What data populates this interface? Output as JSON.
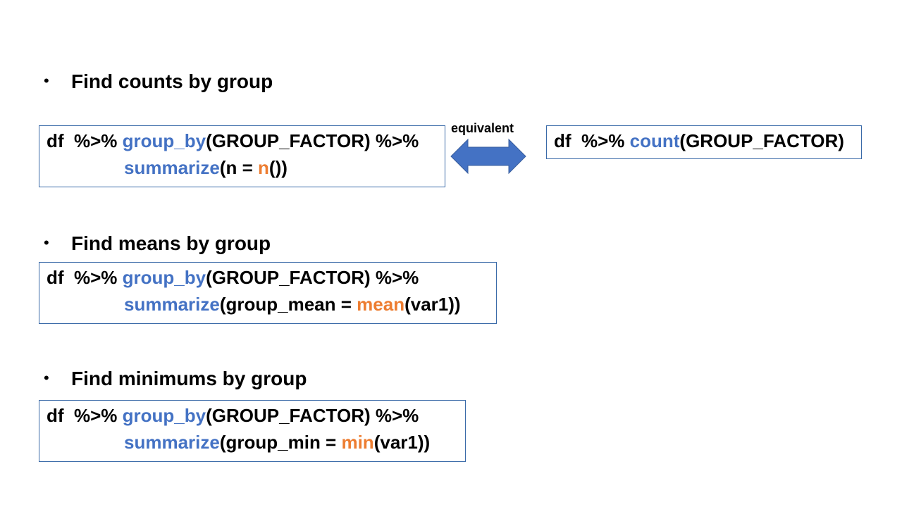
{
  "sections": [
    {
      "bullet": "•",
      "heading": "Find counts by group",
      "code": {
        "l1_prefix": "df  %>% ",
        "l1_fn": "group_by",
        "l1_rest": "(GROUP_FACTOR) %>%",
        "l2_fn": "summarize",
        "l2_mid": "(n = ",
        "l2_hl": "n",
        "l2_end": "())"
      },
      "equivalent_label": "equivalent",
      "alt_code": {
        "prefix": "df  %>% ",
        "fn": "count",
        "rest": "(GROUP_FACTOR)"
      }
    },
    {
      "bullet": "•",
      "heading": "Find means by group",
      "code": {
        "l1_prefix": "df  %>% ",
        "l1_fn": "group_by",
        "l1_rest": "(GROUP_FACTOR) %>%",
        "l2_fn": "summarize",
        "l2_mid": "(group_mean = ",
        "l2_hl": "mean",
        "l2_end": "(var1))"
      }
    },
    {
      "bullet": "•",
      "heading": "Find minimums by group",
      "code": {
        "l1_prefix": "df  %>% ",
        "l1_fn": "group_by",
        "l1_rest": "(GROUP_FACTOR) %>%",
        "l2_fn": "summarize",
        "l2_mid": "(group_min = ",
        "l2_hl": "min",
        "l2_end": "(var1))"
      }
    }
  ],
  "colors": {
    "function": "#4472c4",
    "highlight": "#ed7d31",
    "border": "#3a6aa8",
    "arrow": "#4472c4"
  },
  "icons": {
    "equivalence": "double-headed-arrow-icon"
  }
}
